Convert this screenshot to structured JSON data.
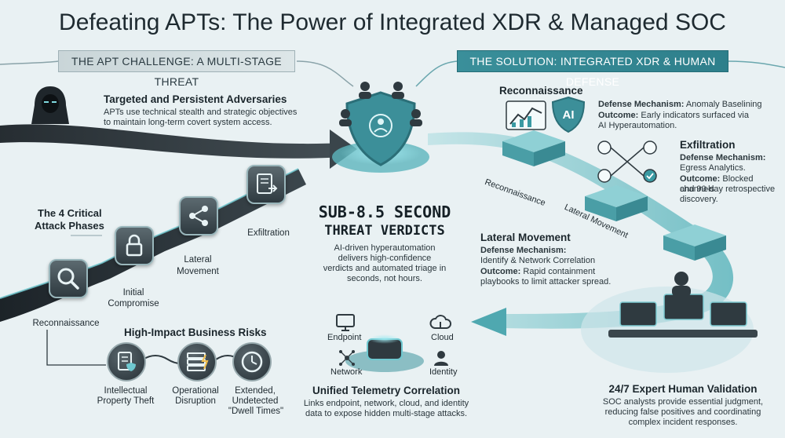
{
  "title": "Defeating APTs: The Power of Integrated XDR & Managed SOC",
  "banners": {
    "left": "THE APT CHALLENGE: A MULTI-STAGE THREAT",
    "right": "THE SOLUTION: INTEGRATED XDR & HUMAN DEFENSE"
  },
  "adversary": {
    "title": "Targeted and Persistent Adversaries",
    "line1": "APTs use technical stealth and strategic objectives",
    "line2": "to maintain long-term covert system access."
  },
  "phases": {
    "title_line1": "The 4 Critical",
    "title_line2": "Attack Phases",
    "recon": "Reconnaissance",
    "initial_line1": "Initial",
    "initial_line2": "Compromise",
    "lateral_line1": "Lateral",
    "lateral_line2": "Movement",
    "exfil": "Exfiltration"
  },
  "risks": {
    "title": "High-Impact Business Risks",
    "ip_line1": "Intellectual",
    "ip_line2": "Property Theft",
    "op_line1": "Operational",
    "op_line2": "Disruption",
    "dw_line1": "Extended,",
    "dw_line2": "Undetected",
    "dw_line3": "\"Dwell Times\""
  },
  "center": {
    "big_line1": "SUB-8.5 SECOND",
    "big_line2": "THREAT VERDICTS",
    "line1": "AI-driven hyperautomation",
    "line2": "delivers high-confidence",
    "line3": "verdicts and automated triage in",
    "line4": "seconds, not hours."
  },
  "telemetry": {
    "endpoint": "Endpoint",
    "cloud": "Cloud",
    "network": "Network",
    "identity": "Identity",
    "title": "Unified Telemetry Correlation",
    "line1": "Links endpoint, network, cloud, and identity",
    "line2": "data to expose hidden multi-stage attacks."
  },
  "recon_def": {
    "title": "Reconnaissance",
    "ai_badge": "AI",
    "mech_label": "Defense Mechanism:",
    "mech_value": " Anomaly Baselining",
    "out_label": "Outcome:",
    "out_line1": " Early indicators surfaced via",
    "out_line2": "AI Hyperautomation."
  },
  "exfil_def": {
    "title": "Exfiltration",
    "mech_label": "Defense Mechanism:",
    "mech_value": "Egress Analytics.",
    "out_label": "Outcome:",
    "out_line1": " Blocked channels",
    "out_line2": "and 90-day retrospective",
    "out_line3": "discovery."
  },
  "lateral_def": {
    "title": "Lateral Movement",
    "mech_label": "Defense Mechanism:",
    "mech_value": "Identify & Network Correlation",
    "out_label": "Outcome:",
    "out_line1": " Rapid containment",
    "out_line2": "playbooks to limit attacker spread."
  },
  "path_labels": {
    "recon": "Reconnaissance",
    "lateral": "Lateral Movement"
  },
  "soc": {
    "title": "24/7 Expert Human Validation",
    "line1": "SOC analysts provide essential judgment,",
    "line2": "reducing false positives and coordinating",
    "line3": "complex incident responses."
  },
  "colors": {
    "teal": "#3a9aa3",
    "dark_path": "#2b3338",
    "background": "#e9f1f3"
  }
}
